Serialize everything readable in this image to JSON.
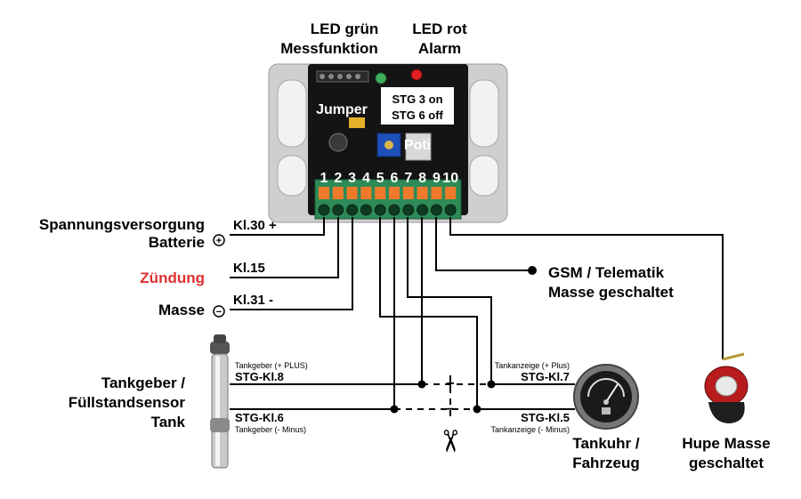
{
  "header": {
    "led_green": [
      "LED grün",
      "Messfunktion"
    ],
    "led_red": [
      "LED rot",
      "Alarm"
    ]
  },
  "module": {
    "jumper_label": "Jumper",
    "stg_lines": [
      "STG 3 on",
      "STG 6 off"
    ],
    "poti_label": "Poti",
    "terminals": [
      "1",
      "2",
      "3",
      "4",
      "5",
      "6",
      "7",
      "8",
      "9",
      "10"
    ]
  },
  "left_labels": {
    "power": [
      "Spannungsversorgung",
      "Batterie"
    ],
    "ignition": "Zündung",
    "ground": "Masse",
    "sensor": [
      "Tankgeber /",
      "Füllstandsensor",
      "Tank"
    ]
  },
  "wire_labels": {
    "kl30": "Kl.30 +",
    "kl15": "Kl.15",
    "kl31": "Kl.31 -",
    "stg_kl8": "STG-Kl.8",
    "stg_kl8_desc": "Tankgeber (+ PLUS)",
    "stg_kl6": "STG-Kl.6",
    "stg_kl6_desc": "Tankgeber (- Minus)",
    "stg_kl7": "STG-Kl.7",
    "stg_kl7_desc": "Tankanzeige (+ Plus)",
    "stg_kl5": "STG-Kl.5",
    "stg_kl5_desc": "Tankanzeige (- Minus)"
  },
  "right_labels": {
    "gsm": [
      "GSM / Telematik",
      "Masse geschaltet"
    ],
    "gauge": [
      "Tankuhr /",
      "Fahrzeug"
    ],
    "horn": [
      "Hupe Masse",
      "geschaltet"
    ]
  },
  "symbols": {
    "plus": "+",
    "minus": "−",
    "scissors_icon": "✂"
  },
  "colors": {
    "ignition_red": "#e03030",
    "board_green": "#2e8b57",
    "terminal_orange": "#f07a2a",
    "led_green": "#3fae5a",
    "led_red": "#e02020",
    "pot_blue": "#1f4fb8"
  }
}
